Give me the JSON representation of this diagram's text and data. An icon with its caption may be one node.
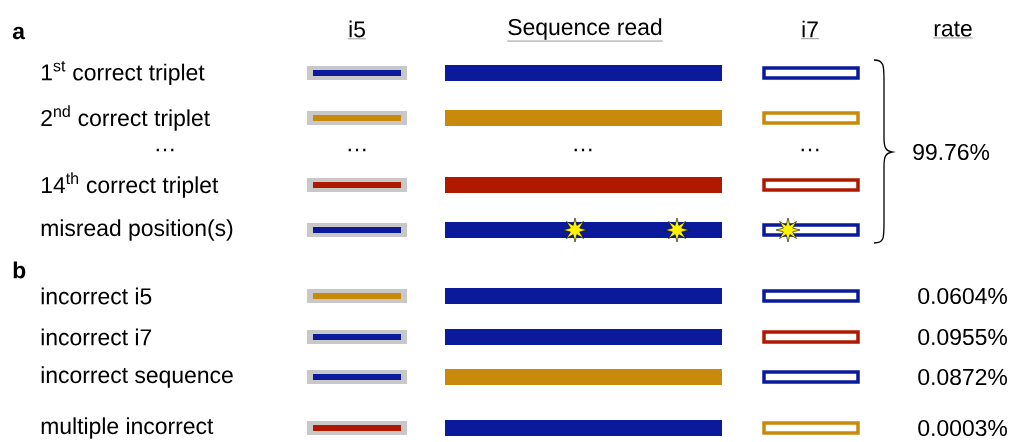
{
  "diagram": {
    "labels": [
      "a",
      "i5",
      "Sequence read",
      "i7",
      "rate",
      "1$^{st}$ correct triplet",
      "2$^{nd}$ correct triplet",
      "…",
      "…",
      "…",
      "…",
      "99.76%",
      "14$^{th}$ correct triplet",
      "misread position(s)",
      "b",
      "incorrect i5",
      "0.0604%",
      "incorrect i7",
      "0.0955%",
      "incorrect sequence",
      "0.0872%",
      "multiple incorrect",
      "0.0003%"
    ]
  }
}
